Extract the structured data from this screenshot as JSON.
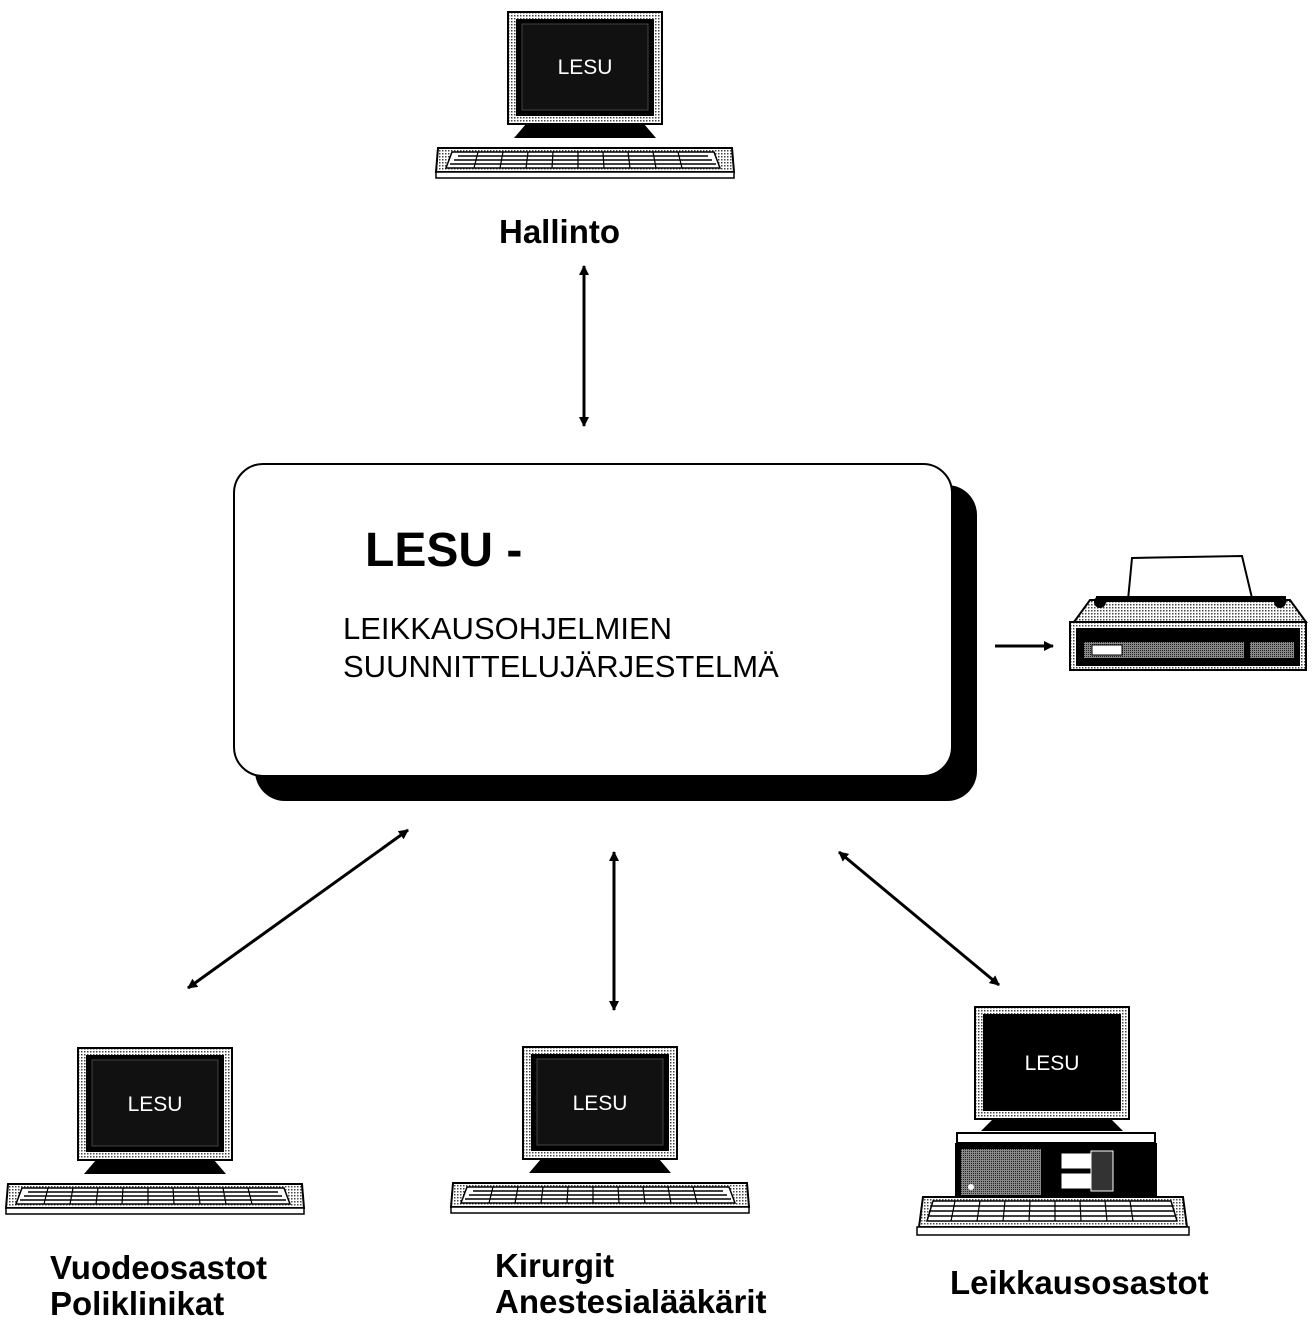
{
  "center": {
    "title": "LESU -",
    "subtitle_line1": "LEIKKAUSOHJELMIEN",
    "subtitle_line2": "SUUNNITTELUJÄRJESTELMÄ"
  },
  "nodes": {
    "top": {
      "screen": "LESU",
      "label": "Hallinto"
    },
    "bottom_left": {
      "screen": "LESU",
      "label_line1": "Vuodeosastot",
      "label_line2": "Poliklinikat"
    },
    "bottom_center": {
      "screen": "LESU",
      "label_line1": "Kirurgit",
      "label_line2": "Anestesialääkärit"
    },
    "bottom_right": {
      "screen": "LESU",
      "label": "Leikkausosastot"
    }
  },
  "connections": [
    {
      "from": "Hallinto",
      "to": "LESU",
      "direction": "bidirectional"
    },
    {
      "from": "LESU",
      "to": "printer",
      "direction": "one-way"
    },
    {
      "from": "Vuodeosastot / Poliklinikat",
      "to": "LESU",
      "direction": "bidirectional"
    },
    {
      "from": "Kirurgit / Anestesialääkärit",
      "to": "LESU",
      "direction": "bidirectional"
    },
    {
      "from": "Leikkausosastot",
      "to": "LESU",
      "direction": "bidirectional"
    }
  ],
  "icons": [
    "computer-terminal-icon",
    "printer-icon",
    "desktop-computer-icon"
  ]
}
